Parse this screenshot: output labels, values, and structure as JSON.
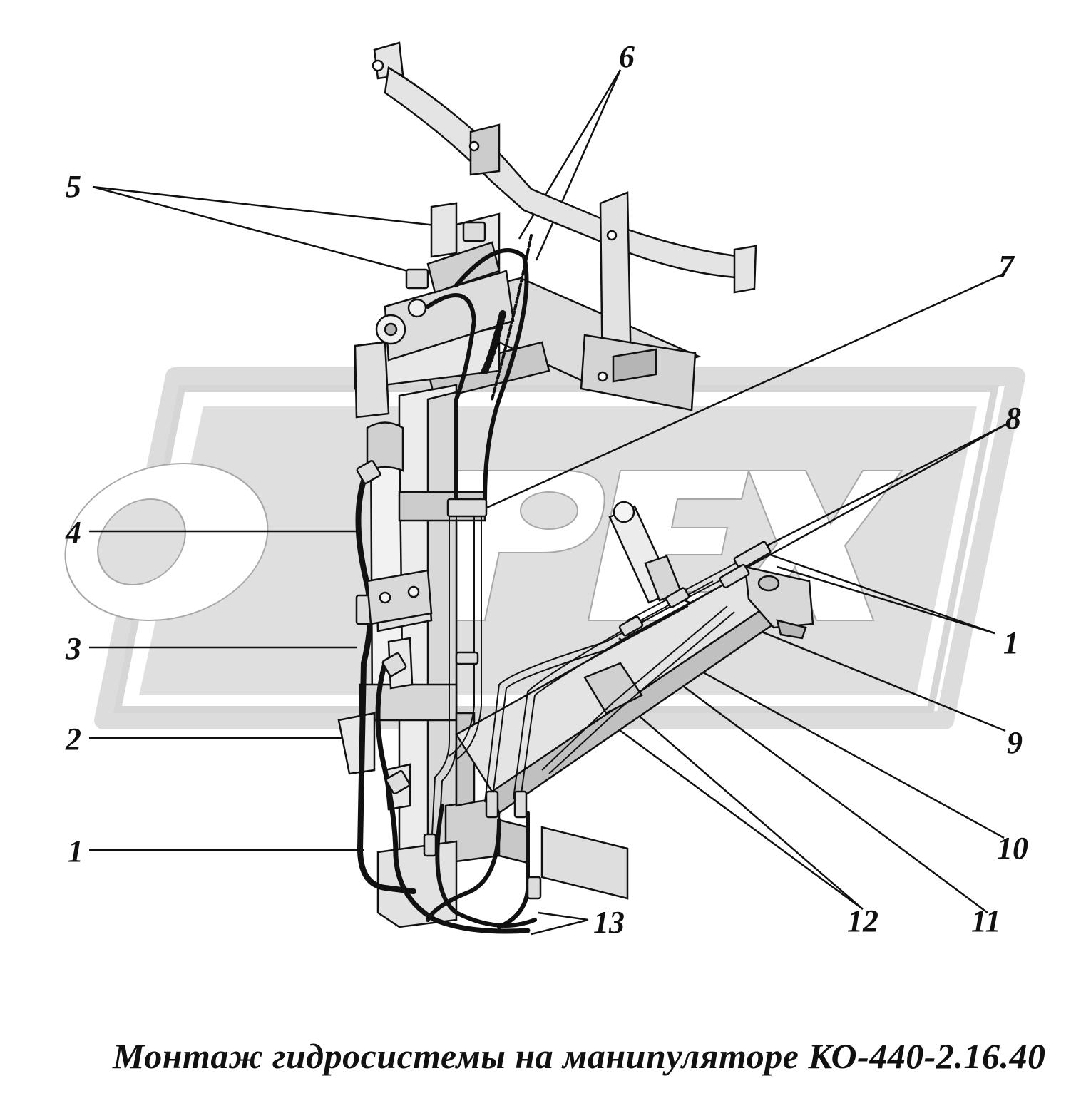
{
  "caption": "Монтаж гидросистемы на манипуляторе КО-440-2.16.40",
  "watermark": {
    "text": "OPEX",
    "color": "#d0d0d0"
  },
  "colors": {
    "line": "#111111",
    "part_fill": "#e6e6e6",
    "part_shade": "#b5b5b5",
    "hose": "#111111"
  },
  "callouts": [
    {
      "id": "1",
      "label": "1"
    },
    {
      "id": "1b",
      "label": "1"
    },
    {
      "id": "2",
      "label": "2"
    },
    {
      "id": "3",
      "label": "3"
    },
    {
      "id": "4",
      "label": "4"
    },
    {
      "id": "5",
      "label": "5"
    },
    {
      "id": "6",
      "label": "6"
    },
    {
      "id": "7",
      "label": "7"
    },
    {
      "id": "8",
      "label": "8"
    },
    {
      "id": "9",
      "label": "9"
    },
    {
      "id": "10",
      "label": "10"
    },
    {
      "id": "11",
      "label": "11"
    },
    {
      "id": "12",
      "label": "12"
    },
    {
      "id": "13",
      "label": "13"
    }
  ]
}
